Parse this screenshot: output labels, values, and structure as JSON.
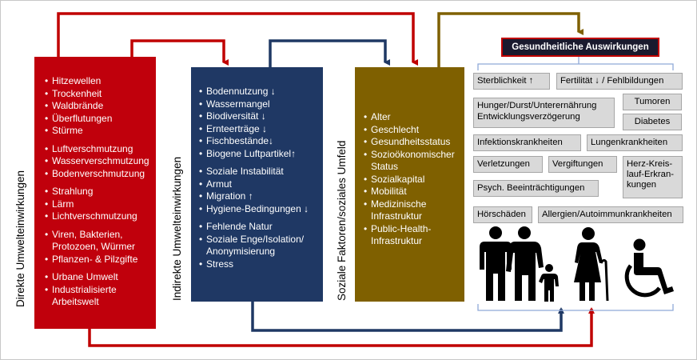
{
  "colors": {
    "red": "#c0000c",
    "blue": "#1f3864",
    "gold": "#7f6000",
    "effect_bg": "#d9d9d9",
    "title_bg": "#1a1a2e",
    "title_border": "#c00000"
  },
  "labels": {
    "direct": "Direkte Umwelteinwirkungen",
    "indirect": "Indirekte Umwelteinwirkungen",
    "social": "Soziale Faktoren/soziales Umfeld"
  },
  "direct_items": [
    "Hitzewellen",
    "Trockenheit",
    "Waldbrände",
    "Überflutungen",
    "Stürme",
    "Luftverschmutzung",
    "Wasserverschmutzung",
    "Bodenverschmutzung",
    "Strahlung",
    "Lärm",
    "Lichtverschmutzung",
    "Viren, Bakterien, Protozoen, Würmer",
    "Pflanzen- & Pilzgifte",
    "Urbane Umwelt",
    "Industrialisierte Arbeitswelt"
  ],
  "indirect_items": [
    "Bodennutzung ↓",
    "Wassermangel",
    "Biodiversität ↓",
    "Ernteerträge ↓",
    "Fischbestände↓",
    "Biogene Luftpartikel↑",
    "Soziale Instabilität",
    "Armut",
    "Migration ↑",
    "Hygiene-Bedingungen ↓",
    "Fehlende Natur",
    "Soziale Enge/Isolation/ Anonymisierung",
    "Stress"
  ],
  "social_items": [
    "Alter",
    "Geschlecht",
    "Gesundheitsstatus",
    "Sozioökonomischer Status",
    "Sozialkapital",
    "Mobilität",
    "Medizinische Infrastruktur",
    "Public-Health-Infrastruktur"
  ],
  "effects_title": "Gesundheitliche Auswirkungen",
  "effects": [
    "Sterblichkeit ↑",
    "Fertilität ↓ / Fehlbildungen",
    "Hunger/Durst/Unterernährung Entwicklungsverzögerung",
    "Tumoren",
    "Diabetes",
    "Infektionskrankheiten",
    "Lungenkrankheiten",
    "Verletzungen",
    "Vergiftungen",
    "Herz-Kreis-lauf-Erkran-kungen",
    "Psych. Beeinträchtigungen",
    "Hörschäden",
    "Allergien/Autoimmunkrankheiten"
  ],
  "icons": [
    "man-icon",
    "woman-icon",
    "child-icon",
    "elderly-person-icon",
    "wheelchair-user-icon"
  ]
}
